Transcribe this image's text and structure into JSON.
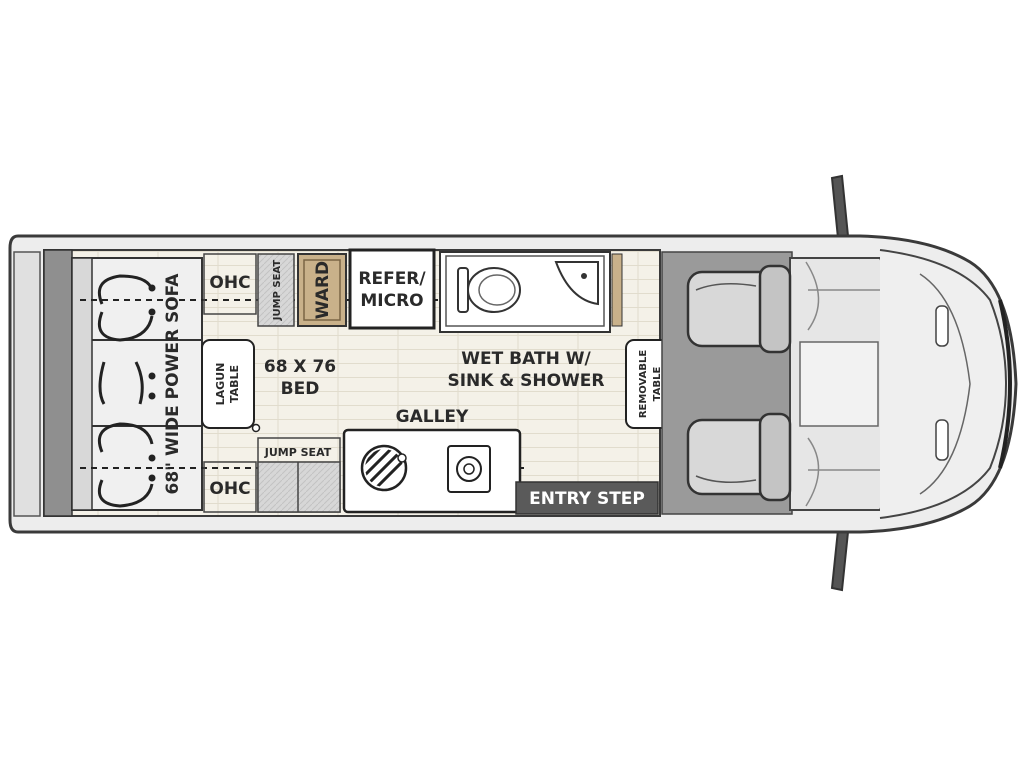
{
  "labels": {
    "ohc_top": "OHC",
    "ohc_bottom": "OHC",
    "jump_seat_top": "JUMP SEAT",
    "jump_seat_bottom": "JUMP SEAT",
    "ward": "WARD",
    "refer_line1": "REFER/",
    "refer_line2": "MICRO",
    "bath_line1": "WET BATH W/",
    "bath_line2": "SINK & SHOWER",
    "removable_line1": "REMOVABLE",
    "removable_line2": "TABLE",
    "lagun_line1": "LAGUN",
    "lagun_line2": "TABLE",
    "bed_line1": "68 X 76",
    "bed_line2": "BED",
    "galley": "GALLEY",
    "entry_step": "ENTRY STEP",
    "sofa": "68\" WIDE POWER SOFA"
  },
  "colors": {
    "outline": "#3a3a3a",
    "body": "#ececec",
    "dark_panel": "#8a8a8a",
    "cab_floor": "#9a9a9a",
    "floor": "#f2efe6",
    "ward": "#c9b18a",
    "entry_step": "#5a5a5a"
  }
}
